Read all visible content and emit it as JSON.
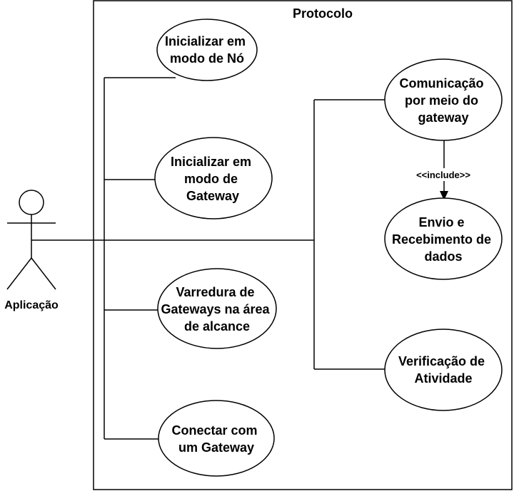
{
  "diagram": {
    "system_title": "Protocolo",
    "actor": {
      "label": "Aplicação"
    },
    "use_cases": [
      {
        "id": "uc-inicializar-no",
        "lines": [
          "Inicializar em",
          "modo de Nó"
        ]
      },
      {
        "id": "uc-inicializar-gateway",
        "lines": [
          "Inicializar em",
          "modo de",
          "Gateway"
        ]
      },
      {
        "id": "uc-varredura",
        "lines": [
          "Varredura de",
          "Gateways na área",
          "de alcance"
        ]
      },
      {
        "id": "uc-conectar",
        "lines": [
          "Conectar com",
          "um Gateway"
        ]
      },
      {
        "id": "uc-comunicacao",
        "lines": [
          "Comunicação",
          "por meio do",
          "gateway"
        ]
      },
      {
        "id": "uc-envio",
        "lines": [
          "Envio e",
          "Recebimento de",
          "dados"
        ]
      },
      {
        "id": "uc-verificacao",
        "lines": [
          "Verificação de",
          "Atividade"
        ]
      }
    ],
    "include_label": "<<include>>"
  }
}
